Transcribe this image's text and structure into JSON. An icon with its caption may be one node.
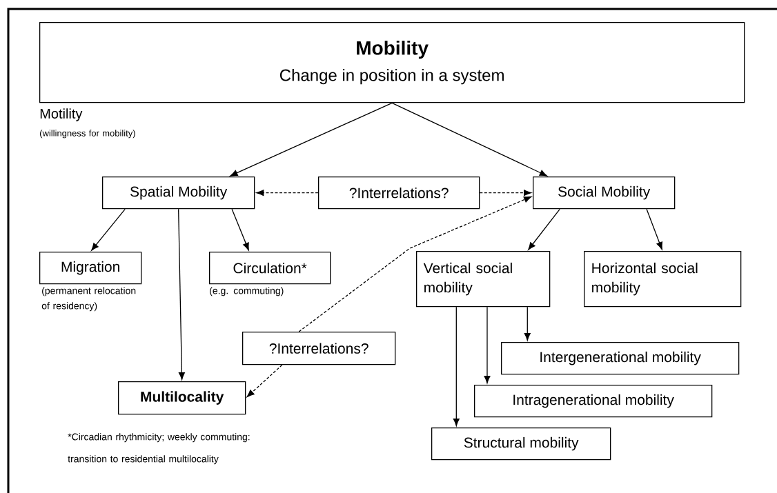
{
  "diagram": {
    "nodes": [
      {
        "text": [
          "Mobility",
          "Change in position in a system"
        ]
      },
      {
        "text": [
          "Spatial Mobility"
        ]
      },
      {
        "text": [
          "?Interrelations?"
        ]
      },
      {
        "text": [
          "Social Mobility"
        ]
      },
      {
        "text": [
          "Migration"
        ],
        "beside": [
          "(permanent relocation of residency)"
        ]
      },
      {
        "text": [
          "Circulation*"
        ],
        "beside": [
          "(e.g. commuting)"
        ]
      },
      {
        "text": [
          "Vertical social mobility"
        ]
      },
      {
        "text": [
          "Horizontal social mobility"
        ]
      },
      {
        "text": [
          "?Interrelations?"
        ]
      },
      {
        "text": [
          "Intergenerational mobility"
        ]
      },
      {
        "text": [
          "Multilocality"
        ]
      },
      {
        "text": [
          "Intragenerational mobility"
        ]
      },
      {
        "text": [
          "Structural mobility"
        ]
      }
    ],
    "edges": [
      {
        "from": 0,
        "to": 1,
        "arrow": "to"
      },
      {
        "from": 0,
        "to": 3,
        "arrow": "to"
      },
      {
        "from": 2,
        "to": 1,
        "arrow": "to",
        "style": "dashed"
      },
      {
        "from": 2,
        "to": 3,
        "arrow": "to",
        "style": "dashed"
      },
      {
        "from": 1,
        "to": 4,
        "arrow": "to"
      },
      {
        "from": 1,
        "to": 5,
        "arrow": "to"
      },
      {
        "from": 1,
        "to": 10,
        "arrow": "to"
      },
      {
        "from": 3,
        "to": 6,
        "arrow": "to"
      },
      {
        "from": 3,
        "to": 7,
        "arrow": "to"
      },
      {
        "from": 8,
        "to": 3,
        "arrow": "to",
        "style": "dashed"
      },
      {
        "from": 8,
        "to": 10,
        "arrow": "to",
        "style": "dashed"
      },
      {
        "from": 6,
        "to": 9,
        "arrow": "to"
      },
      {
        "from": 6,
        "to": 11,
        "arrow": "to"
      },
      {
        "from": 6,
        "to": 12,
        "arrow": "to"
      }
    ],
    "labels": [
      "Motility",
      "(willingness for mobility)",
      "*Circadian rhythmicity; weekly commuting: transition to residential multilocality"
    ]
  }
}
